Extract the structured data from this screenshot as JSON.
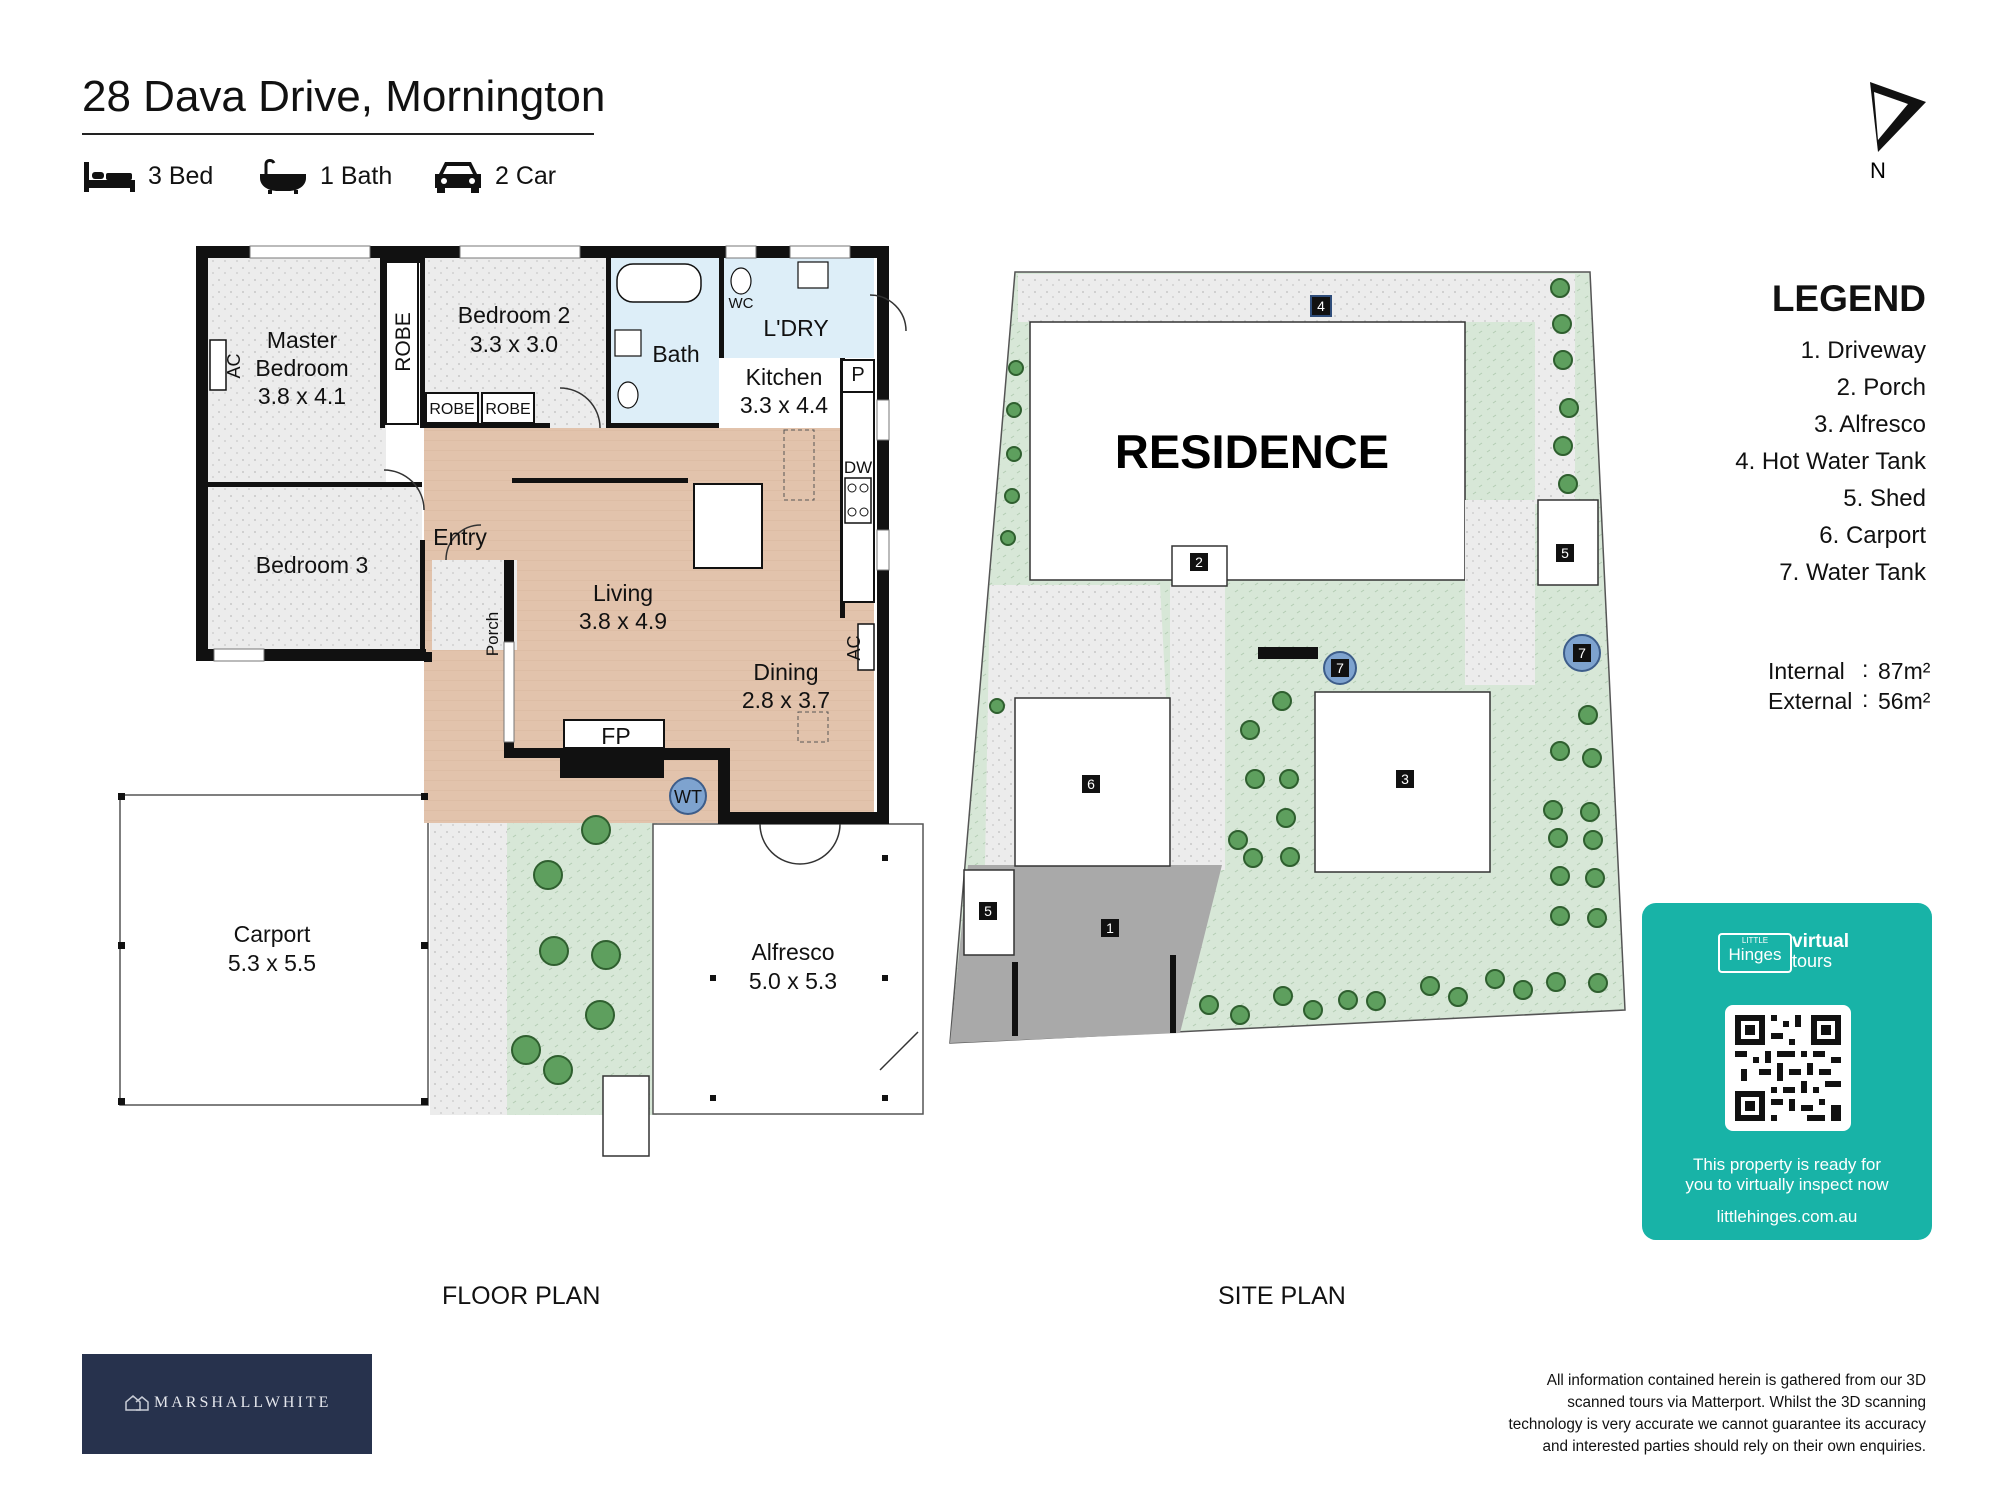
{
  "header": {
    "title": "28 Dava Drive, Mornington",
    "specs": [
      {
        "icon": "bed-icon",
        "label": "3 Bed"
      },
      {
        "icon": "bath-icon",
        "label": "1 Bath"
      },
      {
        "icon": "car-icon",
        "label": "2 Car"
      }
    ]
  },
  "compass": {
    "label": "N"
  },
  "floor_plan": {
    "caption": "FLOOR PLAN",
    "rooms": {
      "master_name_1": "Master",
      "master_name_2": "Bedroom",
      "master_size": "3.8 x 4.1",
      "bed2_name": "Bedroom 2",
      "bed2_size": "3.3 x 3.0",
      "bed3_name": "Bedroom 3",
      "bath": "Bath",
      "wc": "WC",
      "laundry": "L'DRY",
      "kitchen_name": "Kitchen",
      "kitchen_size": "3.3 x 4.4",
      "living_name": "Living",
      "living_size": "3.8 x 4.9",
      "dining_name": "Dining",
      "dining_size": "2.8 x 3.7",
      "entry": "Entry",
      "porch": "Porch",
      "carport_name": "Carport",
      "carport_size": "5.3 x 5.5",
      "alfresco_name": "Alfresco",
      "alfresco_size": "5.0 x 5.3"
    },
    "fixtures": {
      "robe_vertical": "ROBE",
      "robe_a": "ROBE",
      "robe_b": "ROBE",
      "ac_master": "AC",
      "ac_dining": "AC",
      "pantry": "P",
      "dishwasher": "DW",
      "fireplace": "FP",
      "water_tank": "WT"
    }
  },
  "site_plan": {
    "caption": "SITE PLAN",
    "residence_label": "RESIDENCE",
    "markers": {
      "driveway": "1",
      "porch": "2",
      "alfresco": "3",
      "hot_water_tank": "4",
      "shed_a": "5",
      "shed_b": "5",
      "carport": "6",
      "water_tank_a": "7",
      "water_tank_b": "7"
    }
  },
  "legend": {
    "title": "LEGEND",
    "items": [
      "1. Driveway",
      "2. Porch",
      "3. Alfresco",
      "4. Hot Water Tank",
      "5. Shed",
      "6. Carport",
      "7. Water Tank"
    ]
  },
  "areas": {
    "internal_label": "Internal",
    "internal_sep": ":",
    "internal_value": "87m²",
    "external_label": "External",
    "external_sep": ":",
    "external_value": "56m²"
  },
  "virtual_tour": {
    "logo_small": "LITTLE",
    "logo_name": "Hinges",
    "logo_virtual": "virtual",
    "logo_tours": "tours",
    "message_line1": "This property is ready for",
    "message_line2": "you to virtually inspect now",
    "url": "littlehinges.com.au"
  },
  "disclaimer": [
    "All information contained herein is gathered from our 3D",
    "scanned tours via Matterport. Whilst the 3D scanning",
    "technology is very accurate we cannot guarantee its accuracy",
    "and interested parties should rely on their own enquiries."
  ],
  "brand": {
    "name": "MARSHALLWHITE"
  },
  "colors": {
    "wood_floor": "#e2c3ac",
    "tile_floor": "#ddeef8",
    "carpet": "#e9e9e9",
    "garden": "#d7e7d7",
    "driveway": "#a9a9a9",
    "tank": "#7ea3cf",
    "qr_card": "#18b3a7",
    "brand_panel": "#27324d"
  }
}
